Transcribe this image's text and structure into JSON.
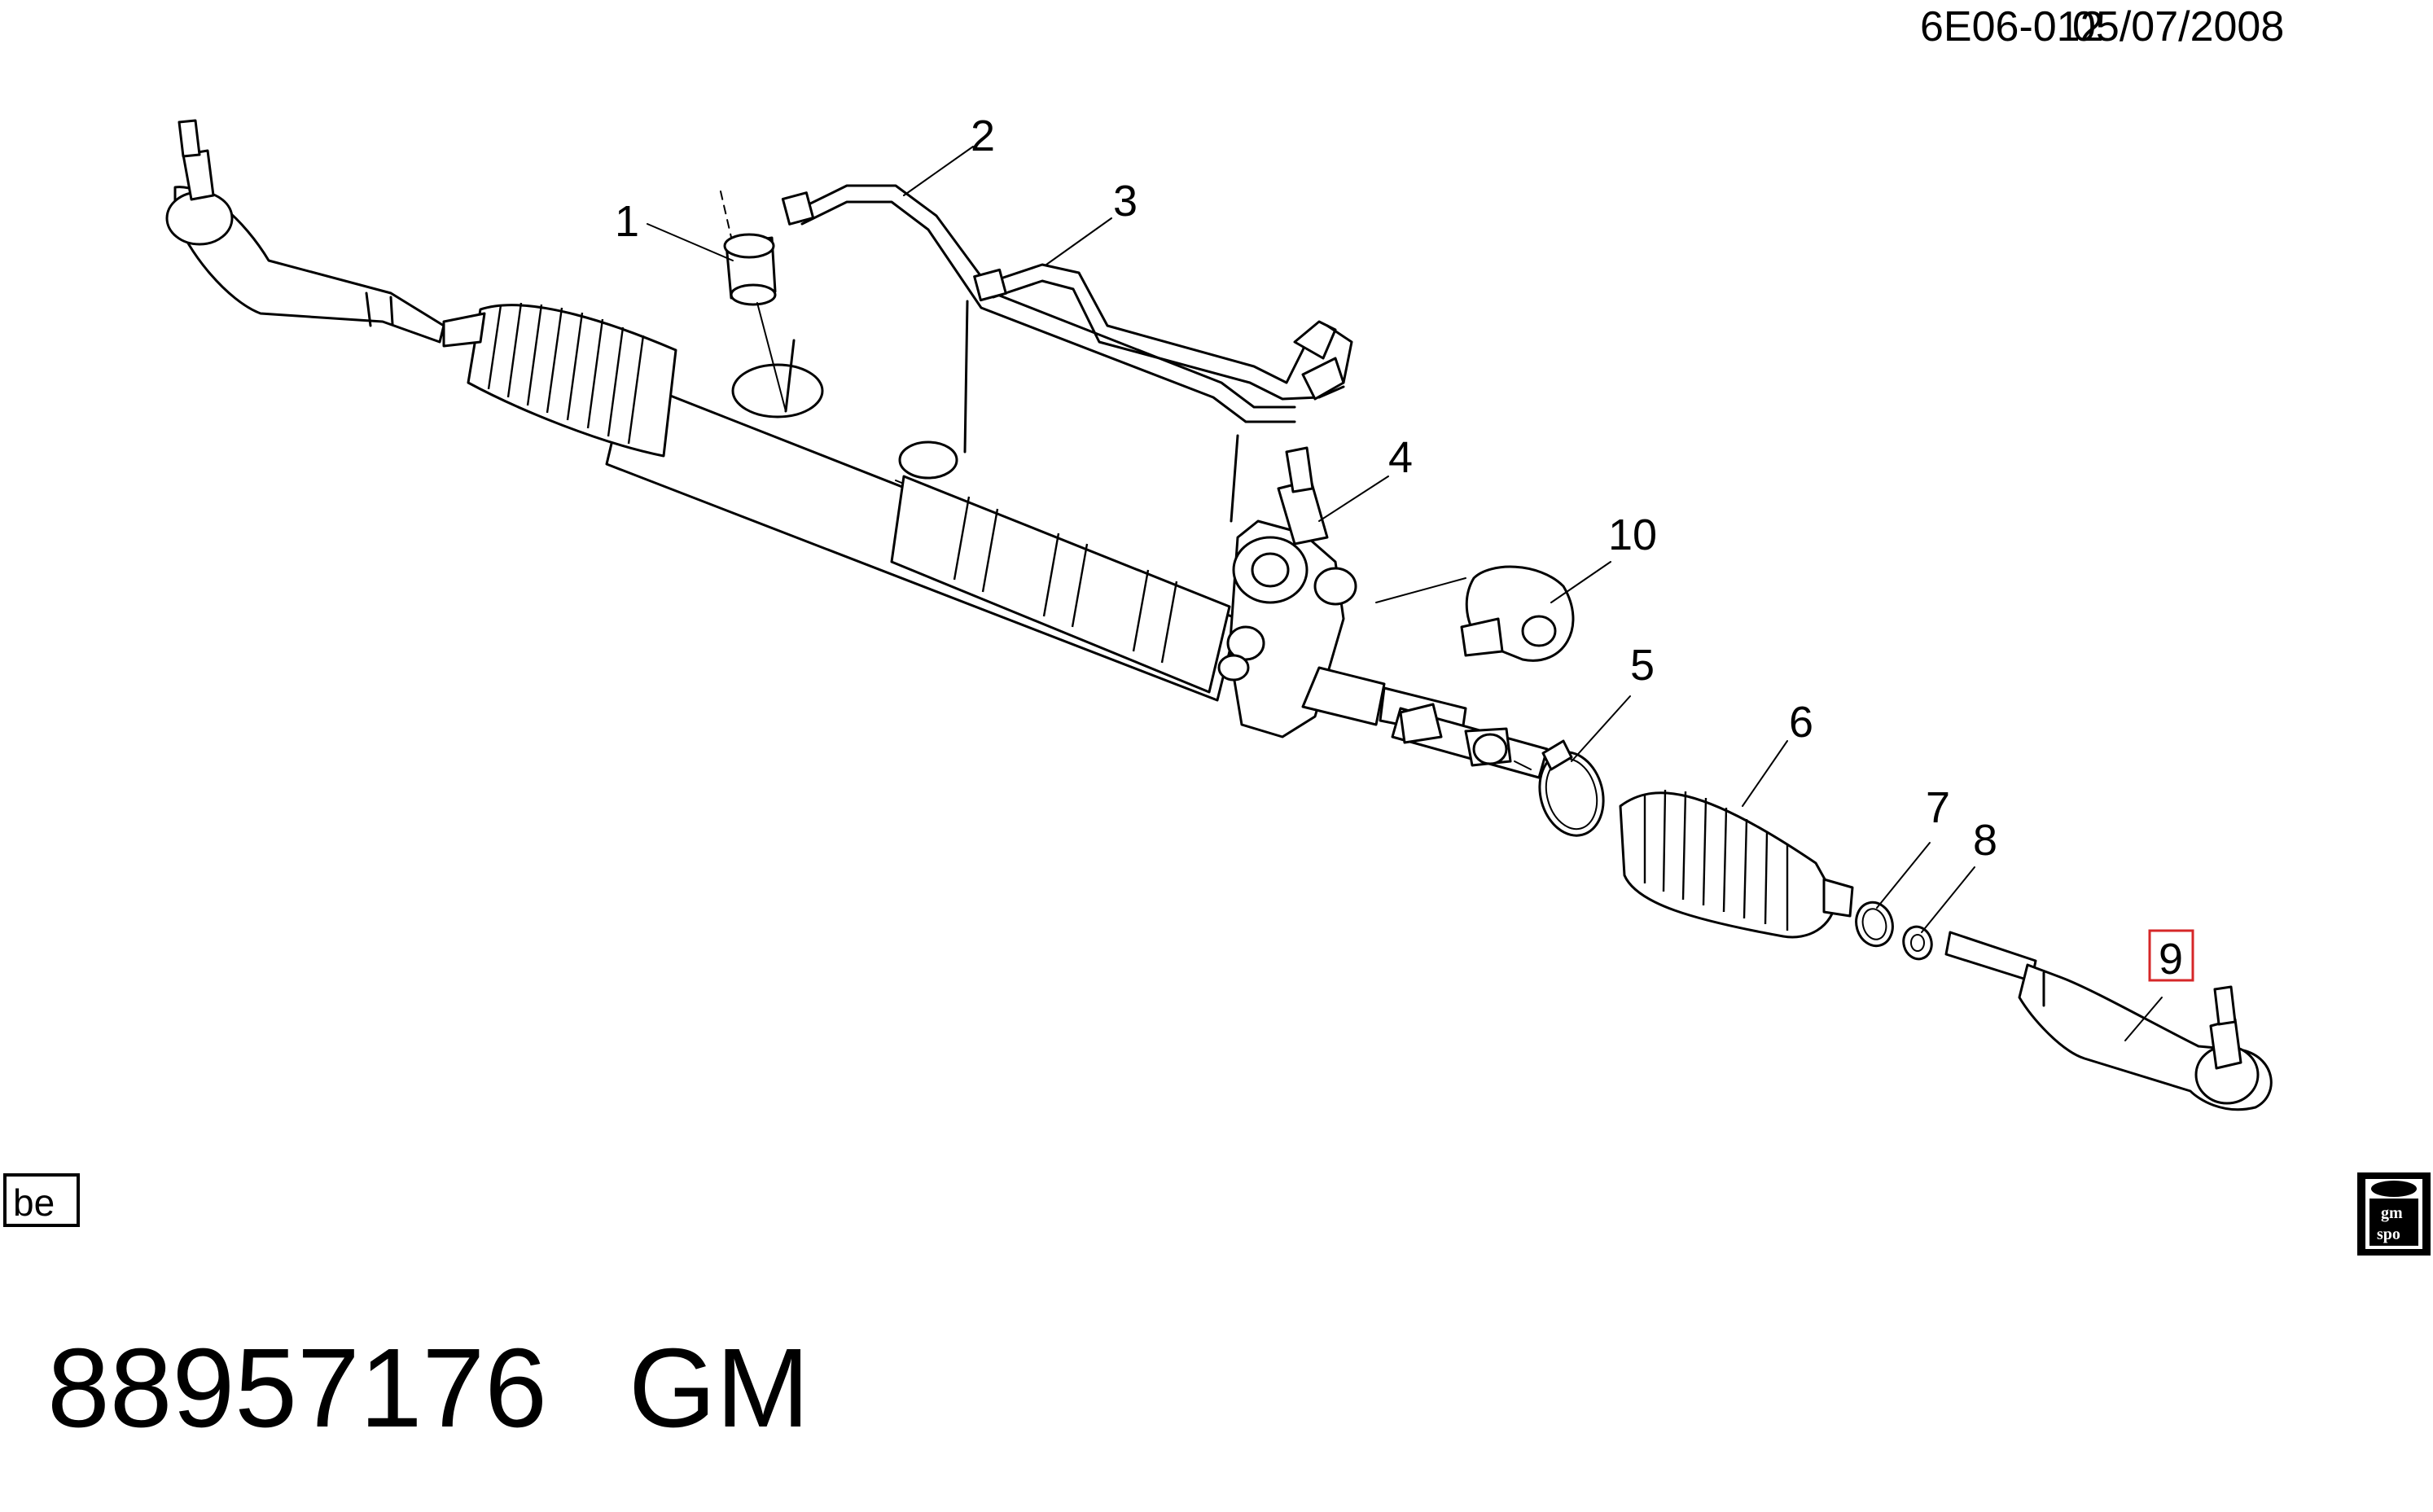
{
  "header": {
    "doc_id": "6E06-012",
    "date": "05/07/2008"
  },
  "callouts": [
    "1",
    "2",
    "3",
    "4",
    "5",
    "6",
    "7",
    "8",
    "9",
    "10"
  ],
  "highlighted_callout": "9",
  "badge_left": "be",
  "badge_right_logo": [
    "gm",
    "spo"
  ],
  "footer": {
    "part_number": "88957176",
    "brand": "GM"
  },
  "colors": {
    "highlight": "#d62728",
    "line": "#000000",
    "background": "#ffffff"
  }
}
